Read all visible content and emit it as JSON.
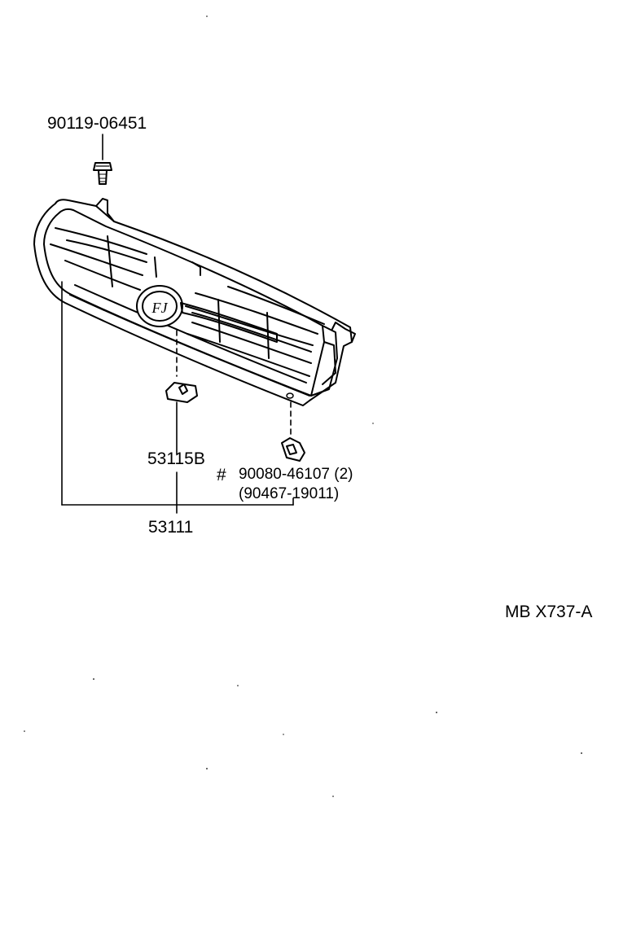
{
  "diagram": {
    "labels": {
      "bolt": "90119-06451",
      "bracket": "53115B",
      "clip_marker": "#",
      "clip": "90080-46107 (2)",
      "clip_alt": "(90467-19011)",
      "grille": "53111",
      "code": "MB X737-A"
    },
    "emblem_text": "FJ"
  }
}
